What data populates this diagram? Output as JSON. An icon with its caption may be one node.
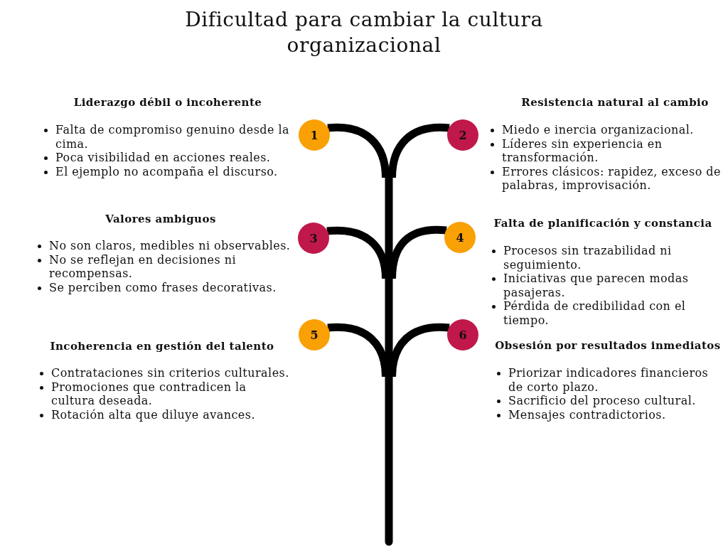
{
  "diagram": {
    "title": "Dificultad para cambiar la cultura organizacional",
    "nodes": [
      {
        "text": [
          "1"
        ],
        "beside": [
          "Liderazgo débil o incoherente",
          "Falta de compromiso genuino desde la cima.",
          "Poca visibilidad en acciones reales.",
          "El ejemplo no acompaña el discurso."
        ]
      },
      {
        "text": [
          "2"
        ],
        "beside": [
          "Resistencia natural al cambio",
          "Miedo e inercia organizacional.",
          "Líderes sin experiencia en transformación.",
          "Errores clásicos: rapidez, exceso de palabras, improvisación."
        ]
      },
      {
        "text": [
          "3"
        ],
        "beside": [
          "Valores ambiguos",
          "No son claros, medibles ni observables.",
          "No se reflejan en decisiones ni recompensas.",
          "Se perciben como frases decorativas."
        ]
      },
      {
        "text": [
          "4"
        ],
        "beside": [
          "Falta de planificación y constancia",
          "Procesos sin trazabilidad ni seguimiento.",
          "Iniciativas que parecen modas pasajeras.",
          "Pérdida de credibilidad con el tiempo."
        ]
      },
      {
        "text": [
          "5"
        ],
        "beside": [
          "Incoherencia en gestión del talento",
          "Contrataciones sin criterios culturales.",
          "Promociones que contradicen la cultura deseada.",
          "Rotación alta que diluye avances."
        ]
      },
      {
        "text": [
          "6"
        ],
        "beside": [
          "Obsesión por resultados inmediatos",
          "Priorizar indicadores financieros de corto plazo.",
          "Sacrificio del proceso cultural.",
          "Mensajes contradictorios."
        ]
      },
      {
        "text": [],
        "shape": "bar"
      }
    ],
    "edges": [
      {
        "from": 0,
        "to": 6,
        "arrow": "none"
      },
      {
        "from": 1,
        "to": 6,
        "arrow": "none"
      },
      {
        "from": 2,
        "to": 6,
        "arrow": "none"
      },
      {
        "from": 3,
        "to": 6,
        "arrow": "none"
      },
      {
        "from": 4,
        "to": 6,
        "arrow": "none"
      },
      {
        "from": 5,
        "to": 6,
        "arrow": "none"
      }
    ]
  }
}
